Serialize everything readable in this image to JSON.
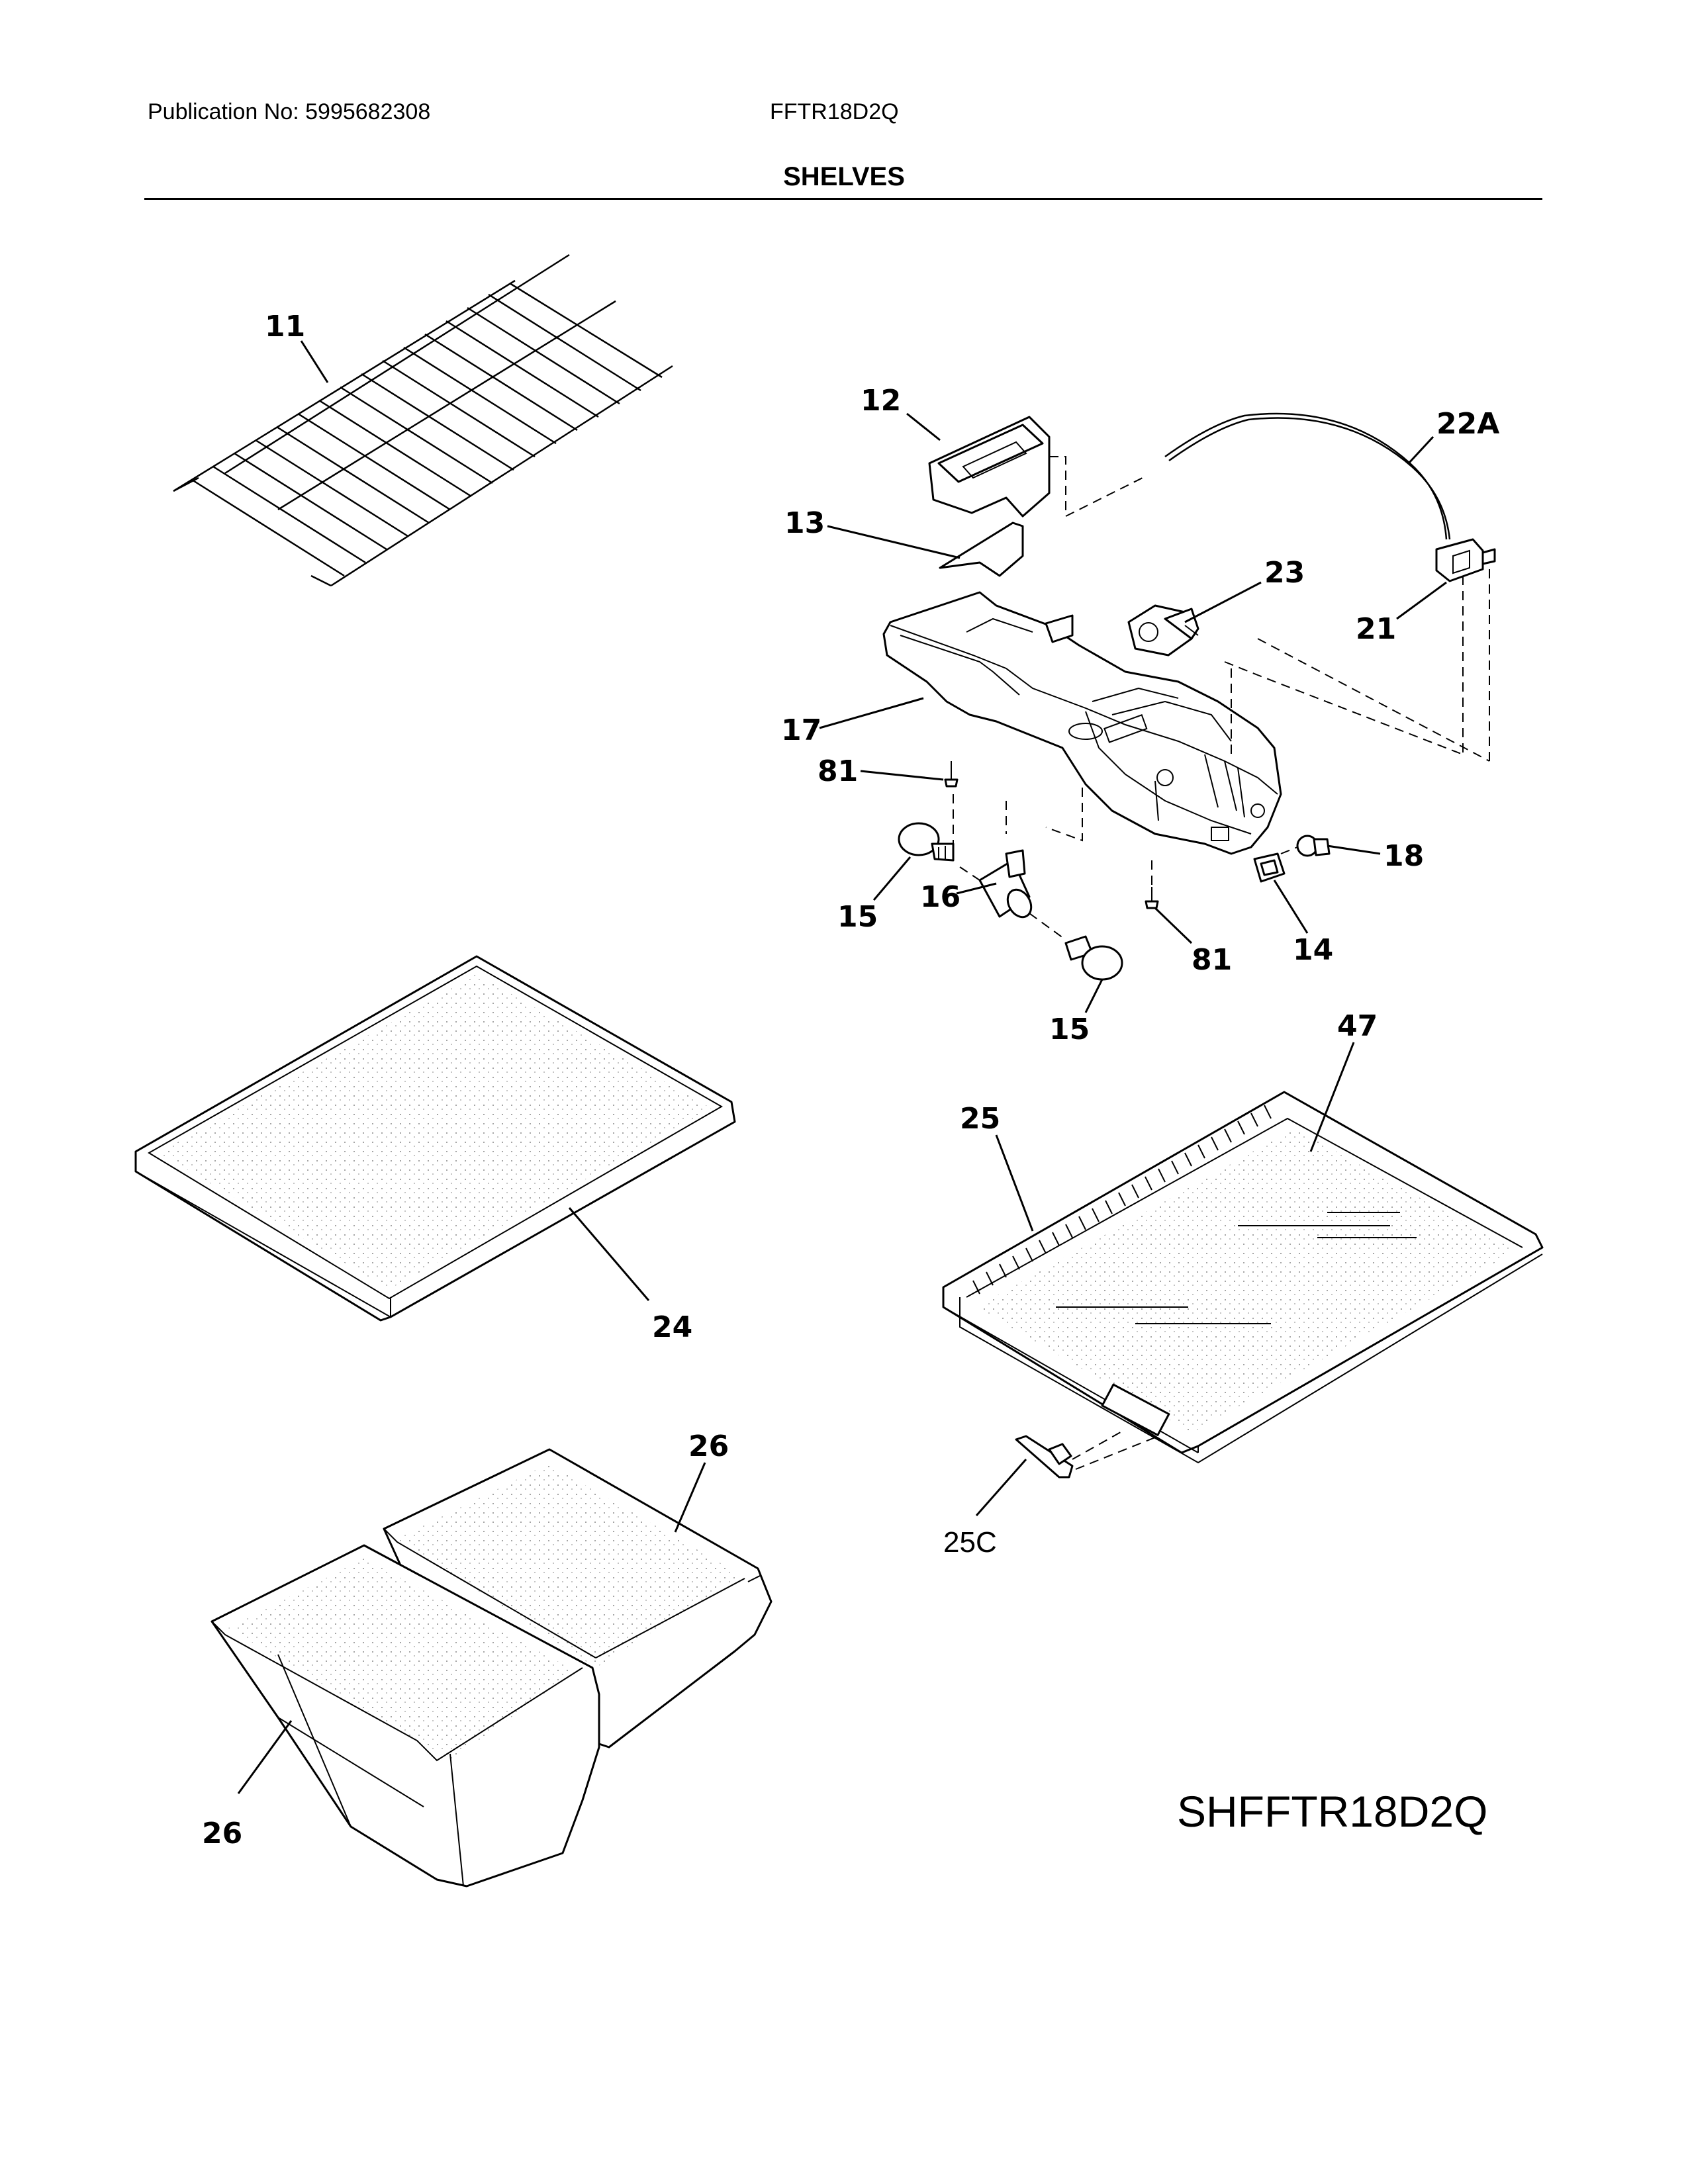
{
  "header": {
    "publication": "Publication No: 5995682308",
    "model": "FFTR18D2Q",
    "section_title": "SHELVES"
  },
  "callouts": {
    "c11": "11",
    "c12": "12",
    "c13": "13",
    "c22a": "22A",
    "c23": "23",
    "c21": "21",
    "c17": "17",
    "c81a": "81",
    "c18": "18",
    "c16": "16",
    "c15a": "15",
    "c81b": "81",
    "c14": "14",
    "c15b": "15",
    "c47": "47",
    "c25": "25",
    "c24": "24",
    "c26a": "26",
    "c25c": "25C",
    "c26b": "26"
  },
  "diagram_id": "SHFFTR18D2Q"
}
